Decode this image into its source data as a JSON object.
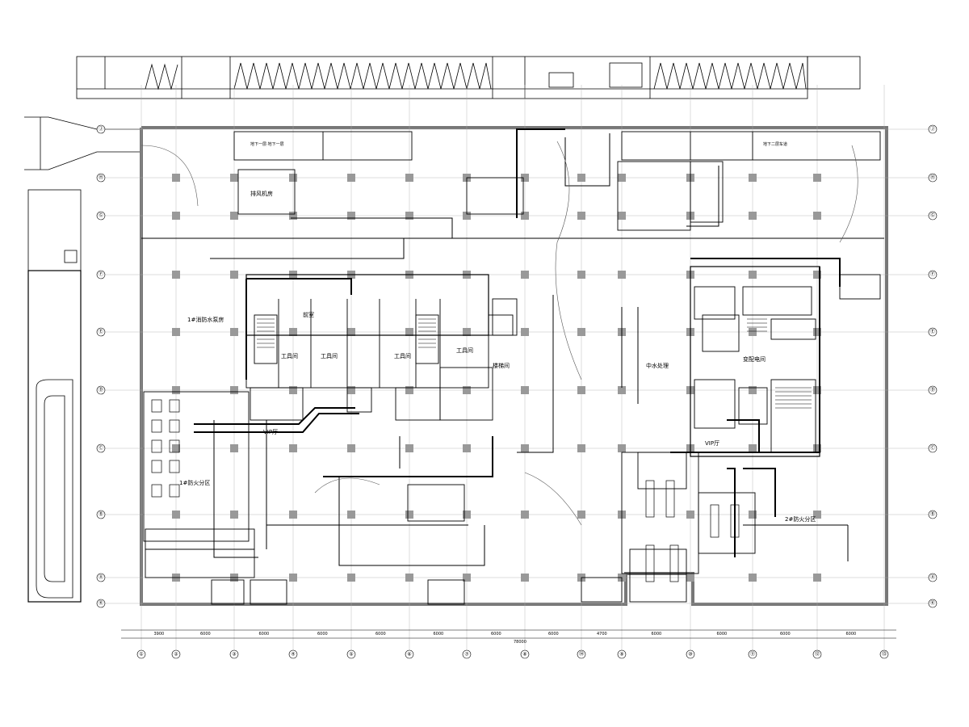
{
  "drawing": {
    "grid_columns": [
      "①",
      "②",
      "③",
      "④",
      "⑤",
      "⑥",
      "⑦",
      "⑧",
      "⑭",
      "⑨",
      "⑩",
      "⑪",
      "⑫",
      "⑬"
    ],
    "grid_rows": [
      "Ⓙ",
      "Ⓗ",
      "Ⓖ",
      "Ⓕ",
      "Ⓔ",
      "Ⓓ",
      "Ⓒ",
      "Ⓑ",
      "Ⓐ",
      "Ⓚ"
    ],
    "room_labels": [
      {
        "id": "r1",
        "text": "工具间"
      },
      {
        "id": "r2",
        "text": "工具间"
      },
      {
        "id": "r3",
        "text": "工具间"
      },
      {
        "id": "r4",
        "text": "工具间"
      },
      {
        "id": "r5",
        "text": "VIP厅"
      },
      {
        "id": "r6",
        "text": "VIP厅"
      },
      {
        "id": "r7",
        "text": "1#消防水泵房"
      },
      {
        "id": "r8",
        "text": "1#防火分区"
      },
      {
        "id": "r9",
        "text": "2#防火分区"
      },
      {
        "id": "r10",
        "text": "中水处理"
      },
      {
        "id": "r11",
        "text": "变配电间"
      },
      {
        "id": "r12",
        "text": "排风机房"
      },
      {
        "id": "r13",
        "text": "楼梯间"
      },
      {
        "id": "r14",
        "text": "前室"
      },
      {
        "id": "r15",
        "text": "地下一层·地下一层"
      },
      {
        "id": "r16",
        "text": "地下二层车道"
      }
    ],
    "dimensions": {
      "bottom_total": "78000",
      "segments": [
        "3900",
        "6000",
        "6000",
        "6000",
        "6000",
        "6000",
        "6000",
        "6000",
        "4700",
        "6000",
        "6000",
        "6000",
        "6000"
      ]
    }
  }
}
